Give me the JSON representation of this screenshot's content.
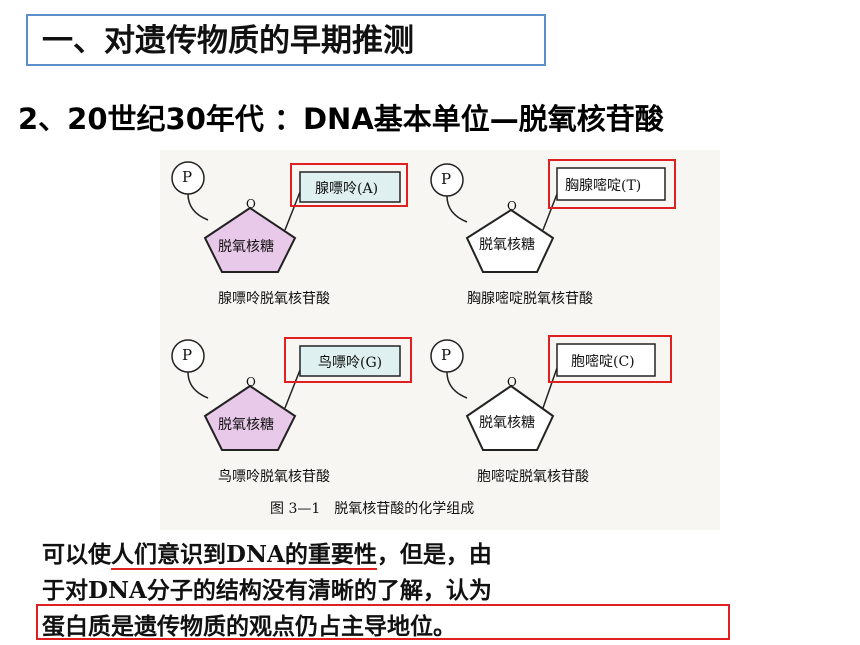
{
  "header": {
    "title": "一、对遗传物质的早期推测",
    "subtitle": "2、20世纪30年代 ：DNA基本单位—脱氧核苷酸"
  },
  "figure": {
    "phosphate_label": "P",
    "oxygen_label": "O",
    "sugar_label": "脱氧核糖",
    "units": [
      {
        "base": "腺嘌呤(A)",
        "name": "腺嘌呤脱氧核苷酸"
      },
      {
        "base": "胸腺嘧啶(T)",
        "name": "胸腺嘧啶脱氧核苷酸"
      },
      {
        "base": "鸟嘌呤(G)",
        "name": "鸟嘌呤脱氧核苷酸"
      },
      {
        "base": "胞嘧啶(C)",
        "name": "胞嘧啶脱氧核苷酸"
      }
    ],
    "caption": "图 3—1　脱氧核苷酸的化学组成"
  },
  "note": {
    "line1_prefix": "可以使",
    "line1_underlined": "人们意识到DNA的重要性",
    "line1_suffix": "，但是，由",
    "line2": "于对DNA分子的结构没有清晰的了解，认为",
    "line3": "蛋白质是遗传物质的观点仍占主导地位。"
  },
  "colors": {
    "highlight": "#e02020",
    "title_border": "#5b8fc9",
    "sugar_fill": "#e9c9e9"
  }
}
